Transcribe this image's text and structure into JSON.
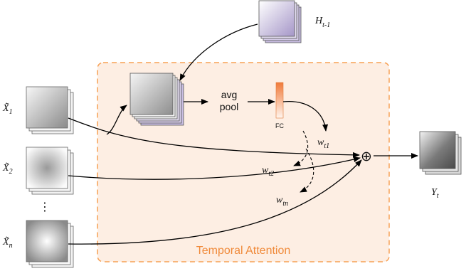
{
  "attention_region": {
    "label": "Temporal Attention",
    "color": "#f7a055",
    "fill": "#fdeee3"
  },
  "inputs": [
    {
      "symbol": "X̃",
      "subscript": "1"
    },
    {
      "symbol": "X̃",
      "subscript": "2"
    },
    {
      "symbol": "X̃",
      "subscript": "n"
    }
  ],
  "ellipsis": "⋮",
  "hidden_state": {
    "symbol": "H",
    "subscript": "t-1"
  },
  "pool": {
    "line1": "avg",
    "line2": "pool"
  },
  "fc": {
    "label": "FC",
    "color": "#f07a3a"
  },
  "weights": [
    {
      "symbol": "w",
      "subscript": "t1"
    },
    {
      "symbol": "w",
      "subscript": "t2"
    },
    {
      "symbol": "w",
      "subscript": "tn"
    }
  ],
  "sum_symbol": "⊕",
  "output": {
    "symbol": "Y",
    "subscript": "t"
  }
}
